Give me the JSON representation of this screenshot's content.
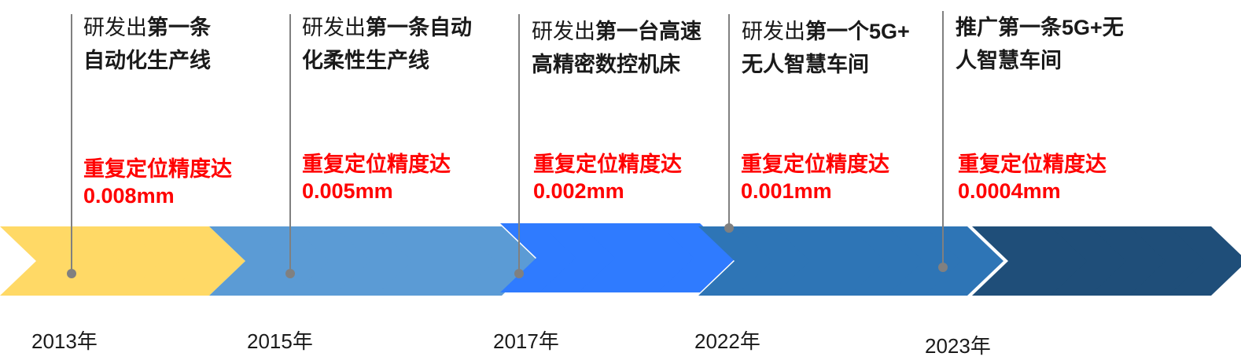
{
  "milestones": [
    {
      "year": "2013年",
      "title_lead": "研发出",
      "title_bold_1": "第一条",
      "title_bold_2": "自动化生产线",
      "spec_label": "重复定位精度达",
      "spec_value": "0.008mm"
    },
    {
      "year": "2015年",
      "title_lead": "研发出",
      "title_bold_1": "第一条自动",
      "title_bold_2": "化柔性生产线",
      "spec_label": "重复定位精度达",
      "spec_value": "0.005mm"
    },
    {
      "year": "2017年",
      "title_lead": "研发出",
      "title_bold_1": "第一台高速",
      "title_bold_2": "高精密数控机床",
      "spec_label": "重复定位精度达",
      "spec_value": "0.002mm"
    },
    {
      "year": "2022年",
      "title_lead": "研发出",
      "title_bold_1": "第一个5G+",
      "title_bold_2": "无人智慧车间",
      "spec_label": "重复定位精度达",
      "spec_value": "0.001mm"
    },
    {
      "year": "2023年",
      "title_lead": "",
      "title_bold_1": "推广第一条5G+无",
      "title_bold_2": "人智慧车间",
      "spec_label": "重复定位精度达",
      "spec_value": "0.0004mm"
    }
  ],
  "colors": {
    "phase_2013": "#ffd966",
    "phase_2015": "#5b9bd5",
    "phase_2017": "#2f7bff",
    "phase_2022": "#2e75b6",
    "phase_2023": "#1f4e79",
    "highlight": "#ff0000",
    "connector": "#808080"
  }
}
